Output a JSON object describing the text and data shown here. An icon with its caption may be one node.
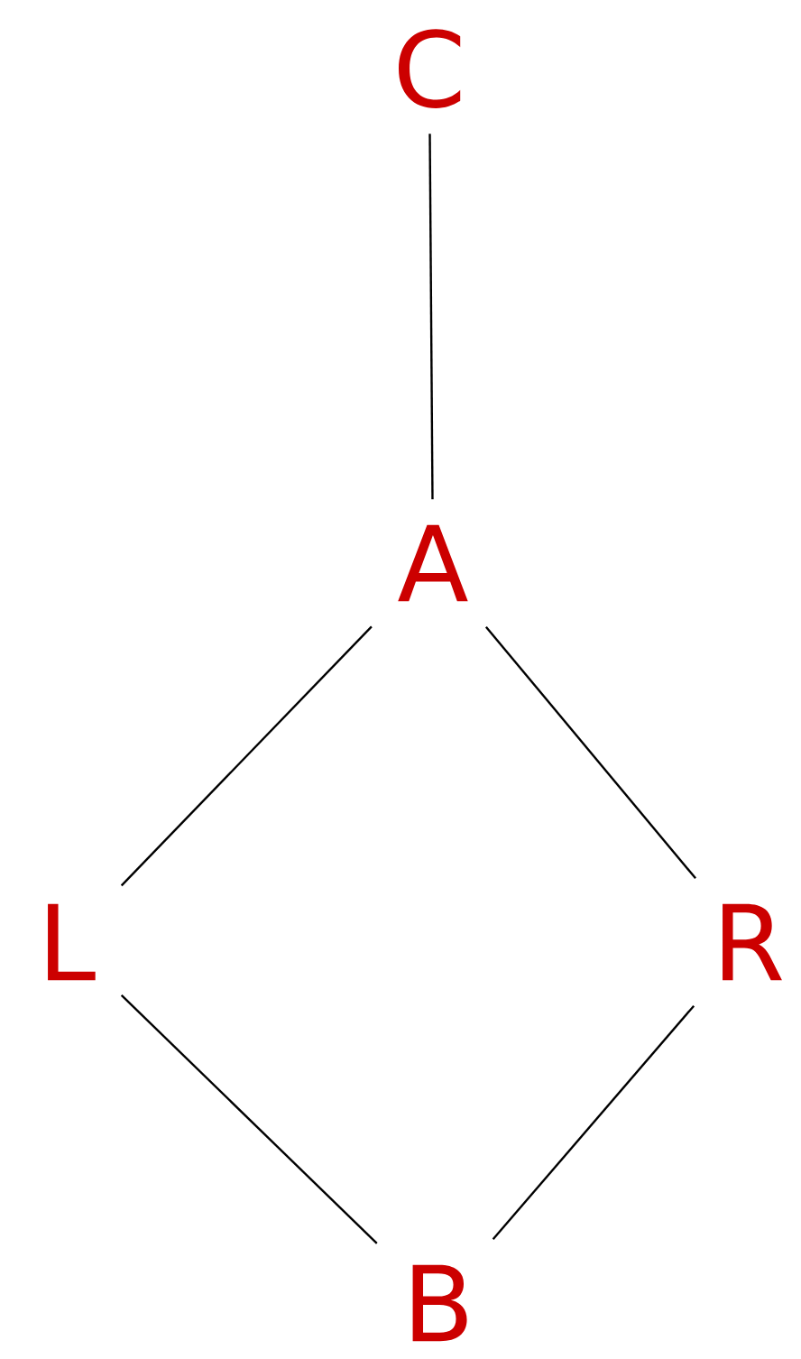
{
  "diagram": {
    "nodes": [
      {
        "text": [
          "C"
        ]
      },
      {
        "text": [
          "A"
        ]
      },
      {
        "text": [
          "L"
        ]
      },
      {
        "text": [
          "R"
        ]
      },
      {
        "text": [
          "B"
        ]
      }
    ],
    "edges": [
      {
        "from": 0,
        "to": 1,
        "arrow": "none"
      },
      {
        "from": 1,
        "to": 2,
        "arrow": "none"
      },
      {
        "from": 1,
        "to": 3,
        "arrow": "none"
      },
      {
        "from": 2,
        "to": 4,
        "arrow": "none"
      },
      {
        "from": 3,
        "to": 4,
        "arrow": "none"
      }
    ]
  }
}
